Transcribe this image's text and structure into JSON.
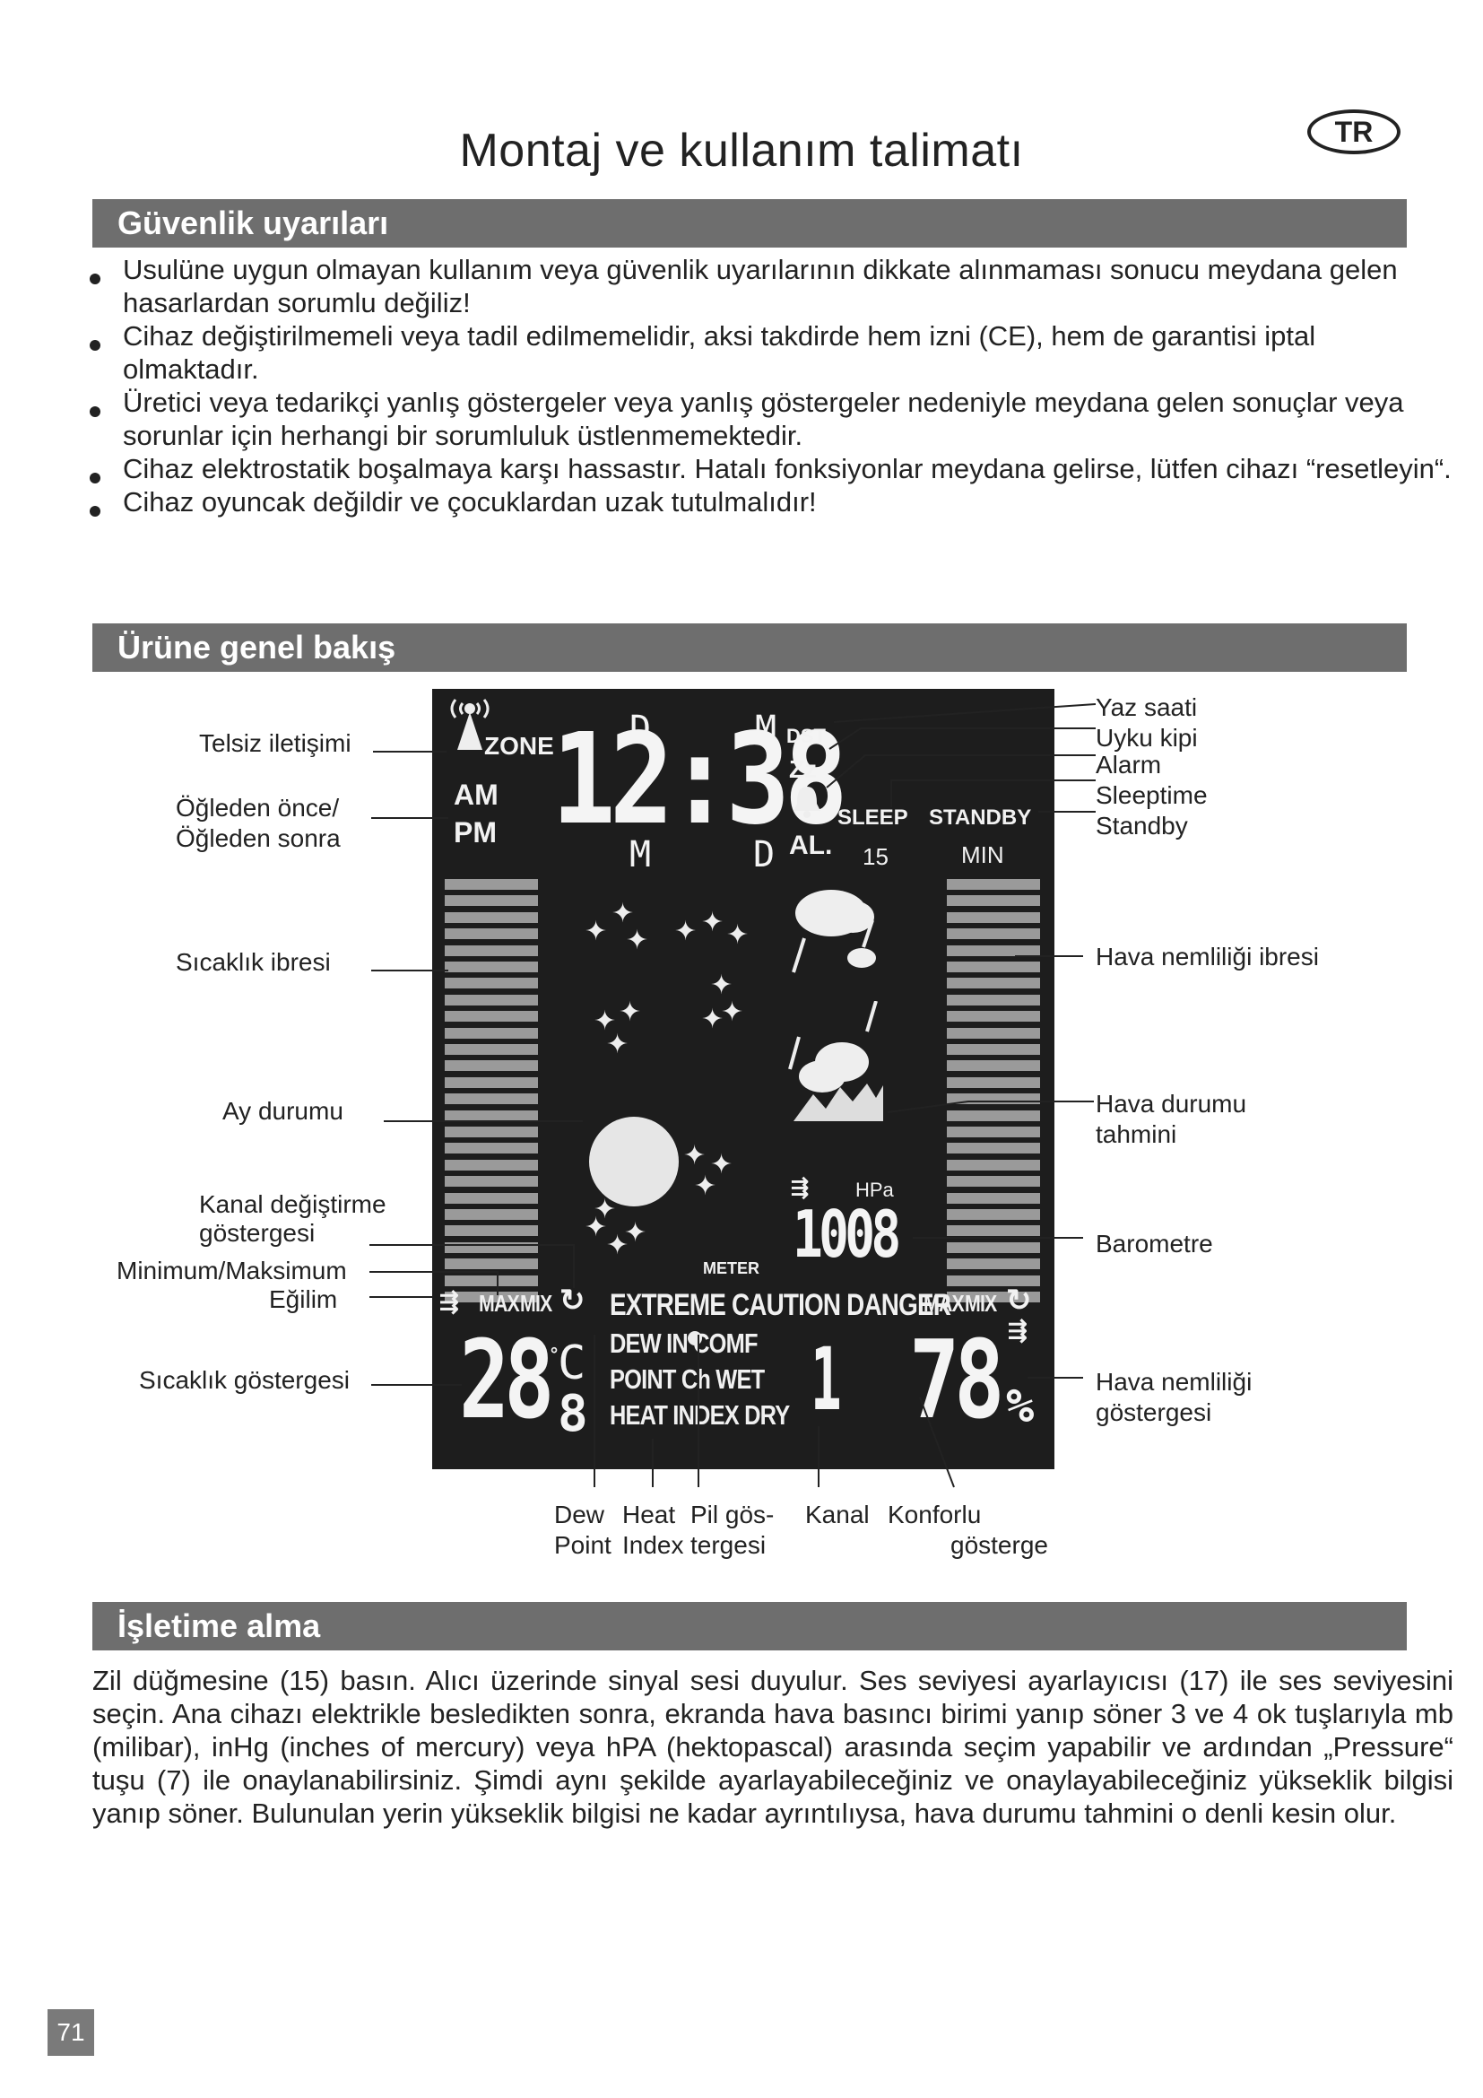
{
  "header": {
    "title": "Montaj ve kullanım talimatı",
    "lang_badge": "TR"
  },
  "sections": {
    "safety": {
      "heading": "Güvenlik uyarıları",
      "bullets": [
        "Usulüne uygun olmayan kullanım veya güvenlik uyarılarının dikkate alınmaması sonucu meydana gelen hasarlardan sorumlu değiliz!",
        "Cihaz değiştirilmemeli veya tadil edilmemelidir, aksi takdirde hem izni (CE), hem de garantisi iptal olmaktadır.",
        "Üretici veya tedarikçi yanlış göstergeler veya yanlış göstergeler nedeniyle meydana gelen sonuçlar veya sorunlar için herhangi bir sorumluluk üstlenmemektedir.",
        "Cihaz elektrostatik boşalmaya karşı hassastır. Hatalı fonksiyonlar meydana gelirse, lütfen cihazı “resetleyin“.",
        "Cihaz oyuncak değildir ve çocuklardan uzak tutulmalıdır!"
      ]
    },
    "overview": {
      "heading": "Ürüne genel bakış"
    },
    "startup": {
      "heading": "İşletime alma",
      "paragraph": "Zil düğmesine (15) basın. Alıcı üzerinde sinyal sesi duyulur. Ses seviyesi ayarlayıcısı (17) ile ses seviyesini seçin. Ana cihazı elektrikle besledikten sonra, ekranda hava basıncı birimi yanıp söner 3 ve 4 ok tuşlarıyla mb (milibar), inHg (inches of mercury) veya hPA (hektopascal) arasında seçim yapabilir ve ardından „Pressure“ tuşu (7) ile onaylanabilirsiniz. Şimdi aynı şekilde ayarlayabileceğiniz ve onaylayabileceğiniz yükseklik bilgisi yanıp söner. Bulunulan yerin yükseklik bilgisi ne kadar ayrıntılıysa, hava durumu tahmini o denli kesin olur."
    }
  },
  "labels_left": {
    "radio": "Telsiz iletişimi",
    "ampm_1": "Öğleden önce/",
    "ampm_2": "Öğleden sonra",
    "temp_bar": "Sıcaklık ibresi",
    "moon": "Ay durumu",
    "channel_1": "Kanal değiştirme",
    "channel_2": "göstergesi",
    "minmax": "Minimum/Maksimum",
    "trend": "Eğilim",
    "temp_display": "Sıcaklık göstergesi"
  },
  "labels_right": {
    "dst": "Yaz saati",
    "sleep_mode": "Uyku kipi",
    "alarm": "Alarm",
    "sleeptime": "Sleeptime",
    "standby": "Standby",
    "humidity_bar": "Hava nemliliği ibresi",
    "forecast_1": "Hava durumu",
    "forecast_2": "tahmini",
    "barometer": "Barometre",
    "humidity_display_1": "Hava nemliliği",
    "humidity_display_2": "göstergesi"
  },
  "labels_bottom": {
    "dew_1": "Dew",
    "dew_2": "Point",
    "heat_1": "Heat",
    "heat_2": "Index",
    "battery_1": "Pil gös-",
    "battery_2": "tergesi",
    "channel": "Kanal",
    "comfort_1": "Konforlu",
    "comfort_2": "gösterge"
  },
  "lcd": {
    "zone": "ZONE",
    "am": "AM",
    "pm": "PM",
    "time": "12:38",
    "d_top": "D",
    "m_top": "M",
    "m_bottom": "M",
    "d_bottom": "D",
    "dst": "DST",
    "zz": "Zz",
    "al": "AL.",
    "sleep": "SLEEP",
    "standby": "STANDBY",
    "sleep_minutes": "15",
    "min": "MIN",
    "hpa": "HPa",
    "pressure": "1008",
    "meter": "METER",
    "max_left": "MAX",
    "mix_left": "MIX",
    "status_line": "EXTREME CAUTION DANGER",
    "max_right": "MAX",
    "mix_right": "MIX",
    "comfort_row1": "DEW IN COMF",
    "comfort_row2": "POINT Ch WET",
    "comfort_row3": "HEAT INDEX DRY",
    "temperature": "28",
    "temp_decimal": "8",
    "celsius": "C",
    "degree": "°",
    "channel_digit": "1",
    "humidity": "78",
    "percent": "%"
  },
  "footer": {
    "page_number": "71"
  },
  "colors": {
    "band": "#6e6e6e",
    "lcd_bg": "#1d1d1d",
    "lcd_fg": "#f2f2f2",
    "bar_segment": "#9a9a9a"
  }
}
